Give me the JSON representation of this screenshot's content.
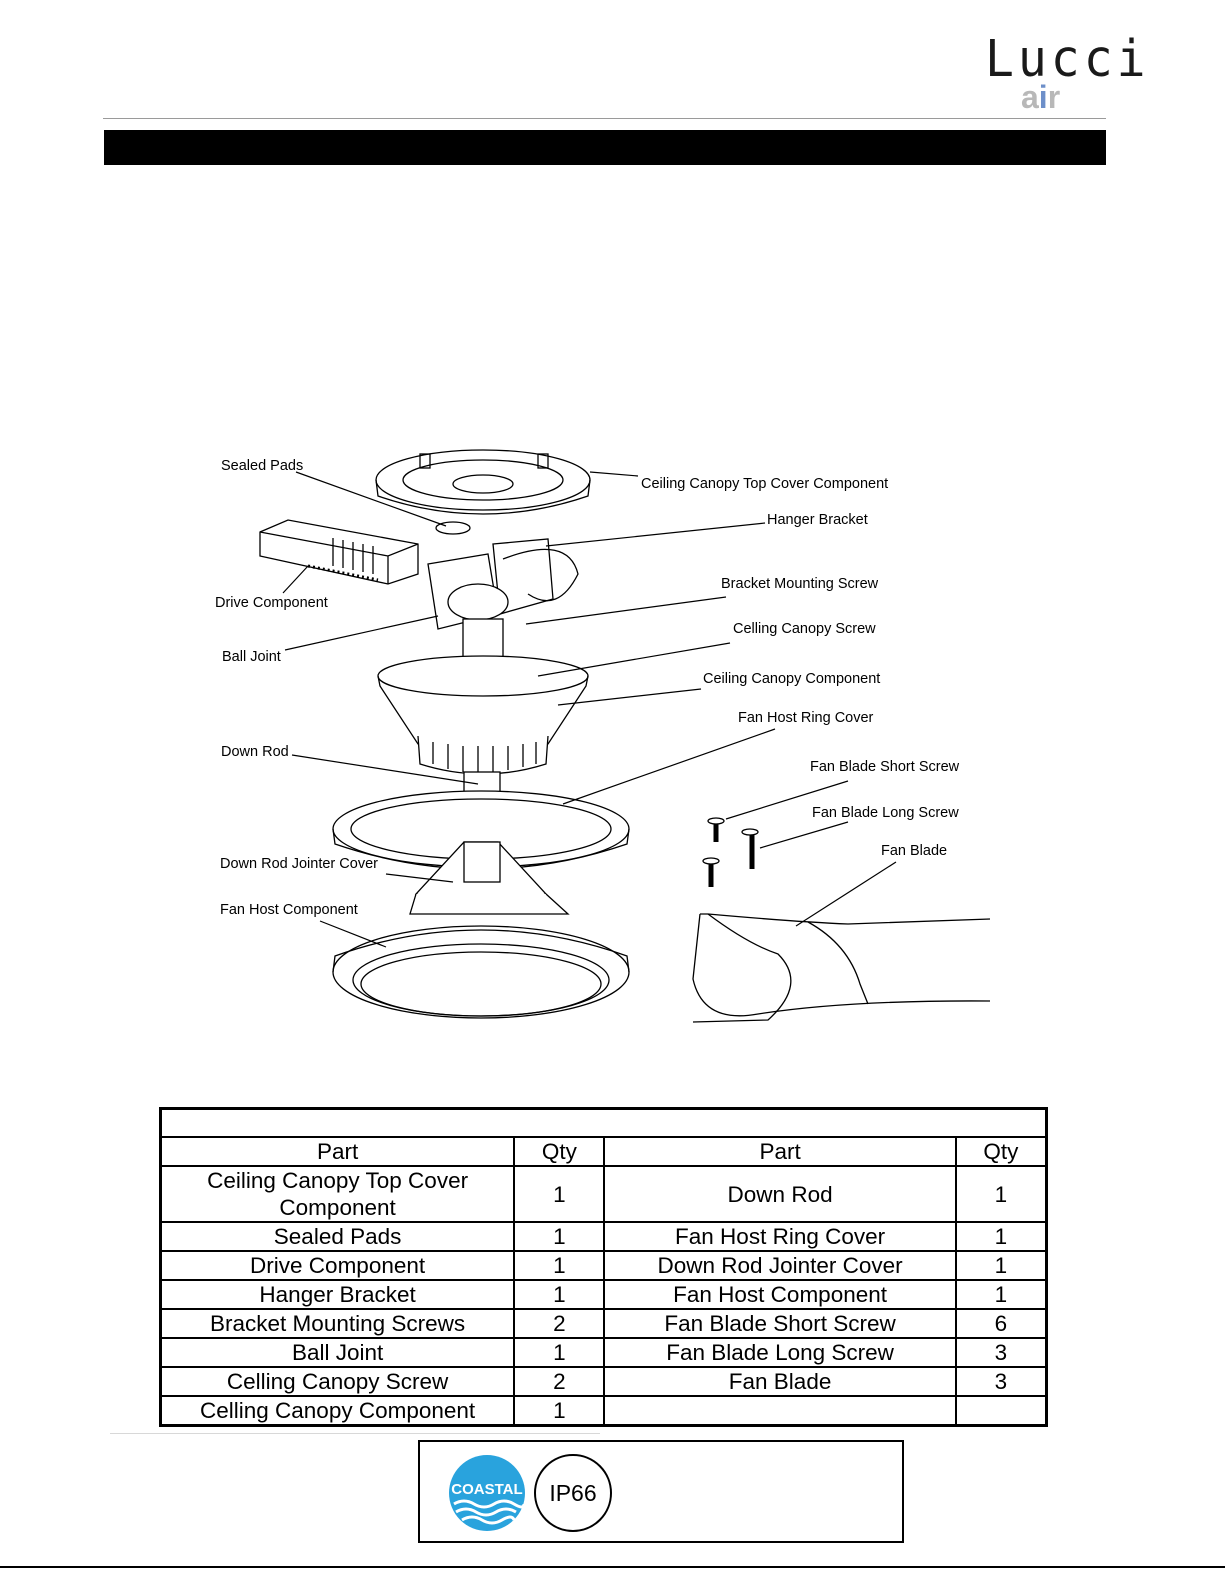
{
  "logo": {
    "word": "Lucci",
    "sub_a": "a",
    "sub_i": "i",
    "sub_r": "r"
  },
  "callouts": {
    "sealed_pads": "Sealed Pads",
    "canopy_top_cover": "Ceiling Canopy Top Cover Component",
    "hanger_bracket": "Hanger Bracket",
    "drive_component": "Drive Component",
    "bracket_mounting_screw": "Bracket Mounting Screw",
    "ball_joint": "Ball Joint",
    "celling_canopy_screw": "Celling Canopy Screw",
    "ceiling_canopy_component": "Ceiling Canopy Component",
    "fan_host_ring_cover": "Fan Host Ring Cover",
    "down_rod": "Down Rod",
    "fan_blade_short_screw": "Fan Blade Short Screw",
    "fan_blade_long_screw": "Fan Blade Long Screw",
    "down_rod_jointer_cover": "Down Rod Jointer Cover",
    "fan_blade": "Fan Blade",
    "fan_host_component": "Fan Host Component"
  },
  "parts_table": {
    "headers": [
      "Part",
      "Qty",
      "Part",
      "Qty"
    ],
    "rows": [
      [
        "Ceiling Canopy Top Cover Component",
        "1",
        "Down Rod",
        "1"
      ],
      [
        "Sealed Pads",
        "1",
        "Fan Host Ring Cover",
        "1"
      ],
      [
        "Drive Component",
        "1",
        "Down Rod Jointer Cover",
        "1"
      ],
      [
        "Hanger Bracket",
        "1",
        "Fan Host Component",
        "1"
      ],
      [
        "Bracket Mounting Screws",
        "2",
        "Fan Blade Short Screw",
        "6"
      ],
      [
        "Ball Joint",
        "1",
        "Fan Blade Long Screw",
        "3"
      ],
      [
        "Celling Canopy Screw",
        "2",
        "Fan Blade",
        "3"
      ],
      [
        "Celling Canopy Component",
        "1",
        "",
        ""
      ]
    ]
  },
  "badges": {
    "coastal": "COASTAL",
    "ip": "IP66"
  },
  "colors": {
    "coastal_blue": "#29a3dd",
    "logo_grey": "#b8b8b8",
    "logo_accent": "#6d8fc9"
  }
}
